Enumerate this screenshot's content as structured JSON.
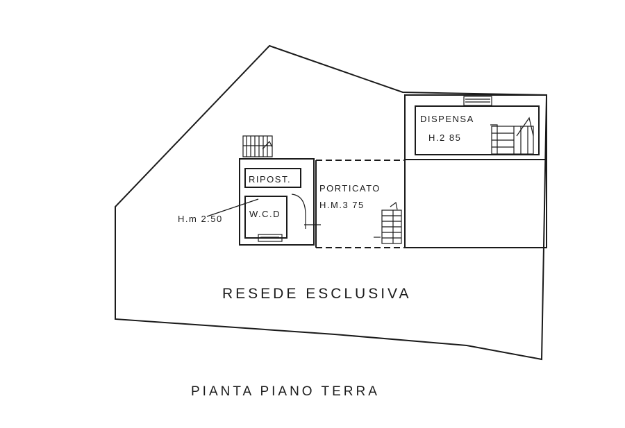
{
  "plan": {
    "title": "PIANTA PIANO TERRA",
    "rooms": {
      "dispensa": {
        "name": "DISPENSA",
        "height": "H.2 85"
      },
      "ripostiglio": {
        "name": "RIPOST."
      },
      "wc": {
        "name": "W.C.D"
      },
      "wc_height": "H.m 2.50",
      "porticato": {
        "name": "PORTICATO",
        "height": "H.M.3 75"
      }
    },
    "garden": {
      "name": "RESEDE ESCLUSIVA"
    }
  }
}
